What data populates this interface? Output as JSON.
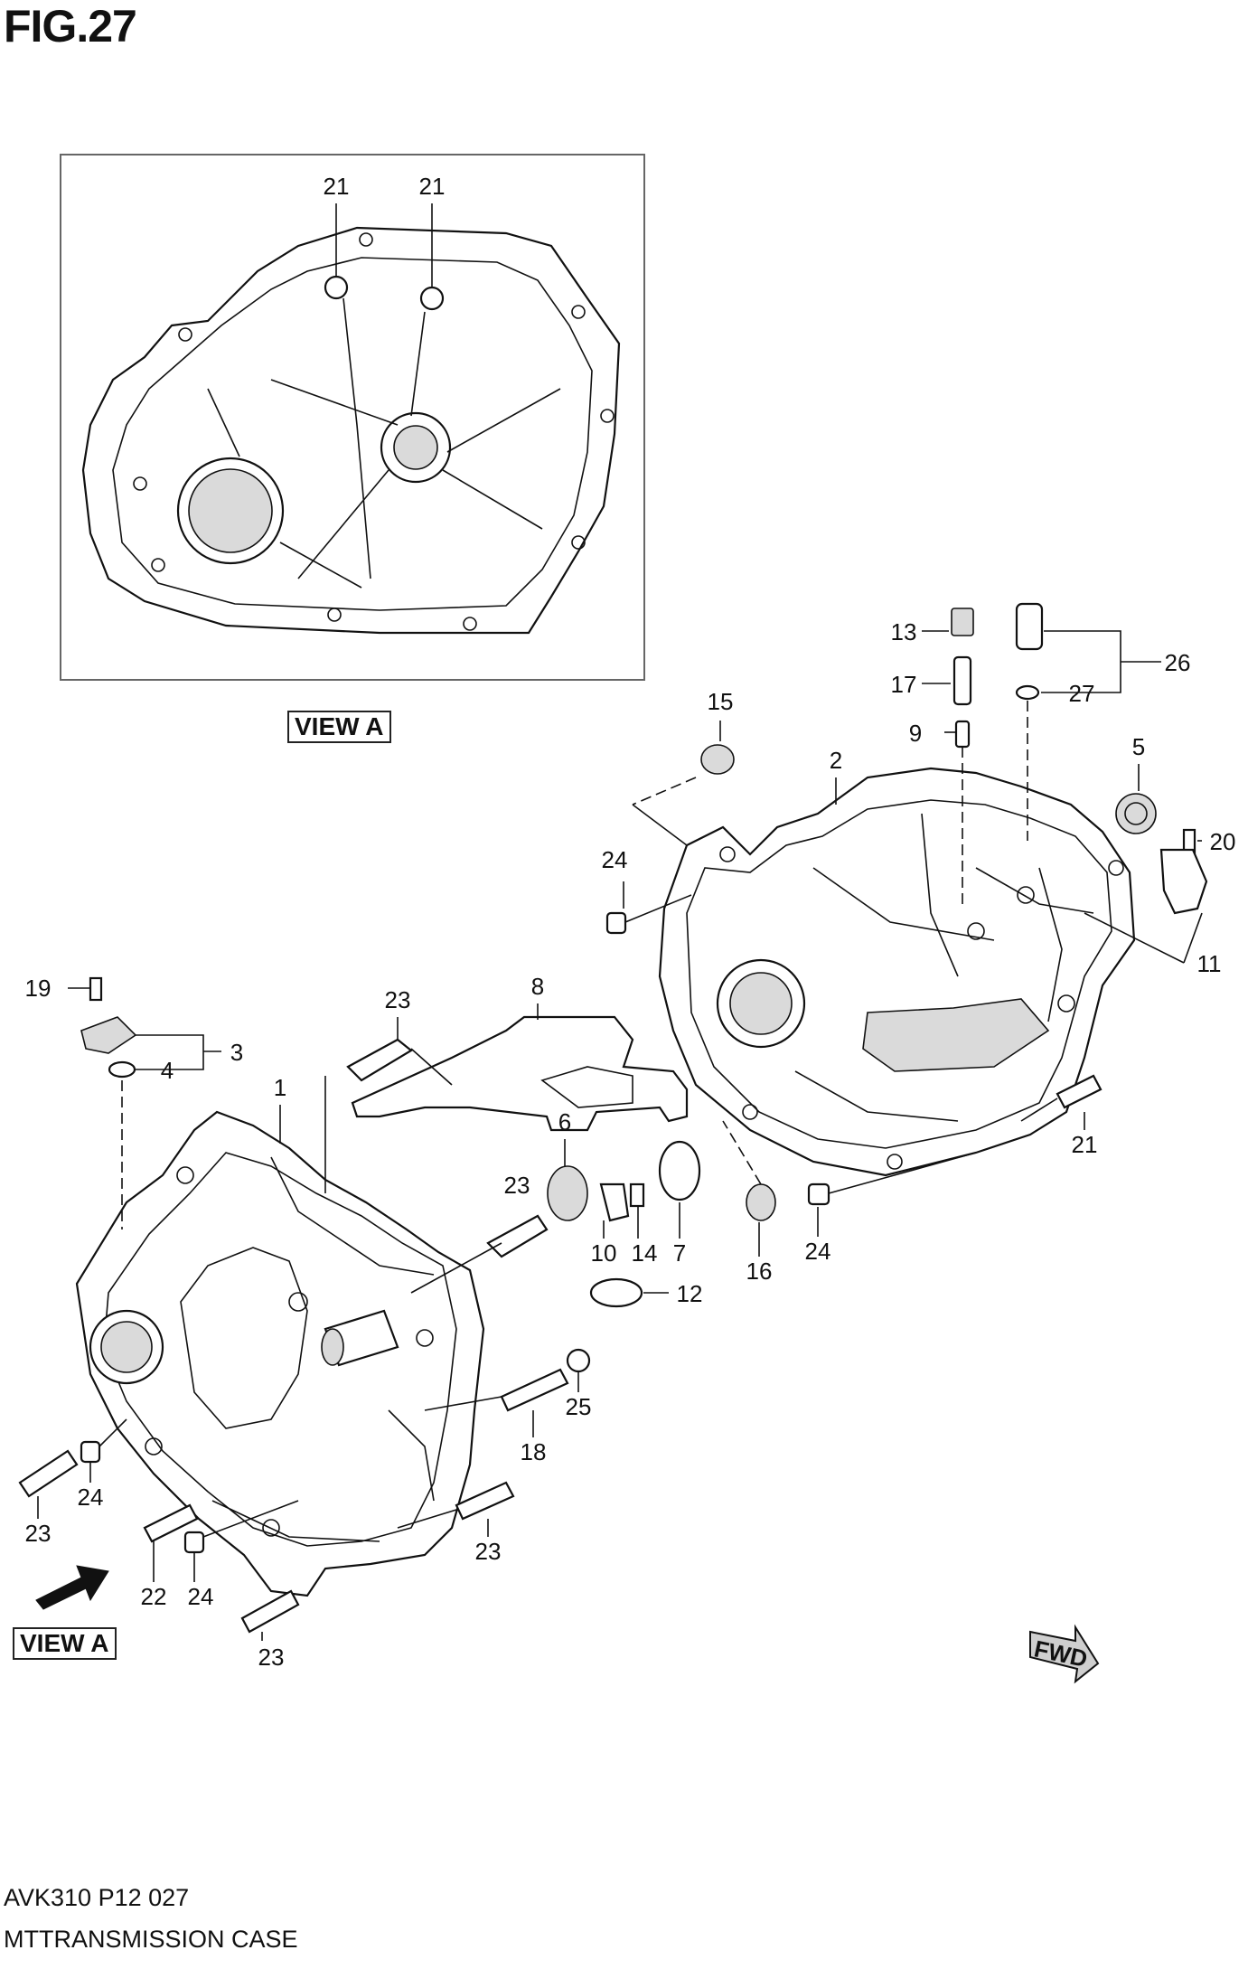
{
  "figure": {
    "title": "FIG.27"
  },
  "views": {
    "inset_label": "VIEW A",
    "arrow_label": "VIEW A"
  },
  "fwd_label": "FWD",
  "footer": {
    "code": "AVK310 P12 027",
    "description": "MTTRANSMISSION CASE"
  },
  "parts": [
    {
      "id": "inset-21a",
      "label": "21"
    },
    {
      "id": "inset-21b",
      "label": "21"
    },
    {
      "id": "p13",
      "label": "13"
    },
    {
      "id": "p26",
      "label": "26"
    },
    {
      "id": "p17",
      "label": "17"
    },
    {
      "id": "p27",
      "label": "27"
    },
    {
      "id": "p15",
      "label": "15"
    },
    {
      "id": "p9",
      "label": "9"
    },
    {
      "id": "p2",
      "label": "2"
    },
    {
      "id": "p5",
      "label": "5"
    },
    {
      "id": "p20",
      "label": "20"
    },
    {
      "id": "p24a",
      "label": "24"
    },
    {
      "id": "p11",
      "label": "11"
    },
    {
      "id": "p19",
      "label": "19"
    },
    {
      "id": "p8",
      "label": "8"
    },
    {
      "id": "p23a",
      "label": "23"
    },
    {
      "id": "p3",
      "label": "3"
    },
    {
      "id": "p4",
      "label": "4"
    },
    {
      "id": "p1",
      "label": "1"
    },
    {
      "id": "p6",
      "label": "6"
    },
    {
      "id": "p21",
      "label": "21"
    },
    {
      "id": "p23b",
      "label": "23"
    },
    {
      "id": "p10",
      "label": "10"
    },
    {
      "id": "p14",
      "label": "14"
    },
    {
      "id": "p7",
      "label": "7"
    },
    {
      "id": "p16",
      "label": "16"
    },
    {
      "id": "p24b",
      "label": "24"
    },
    {
      "id": "p12",
      "label": "12"
    },
    {
      "id": "p25",
      "label": "25"
    },
    {
      "id": "p18",
      "label": "18"
    },
    {
      "id": "p23c",
      "label": "23"
    },
    {
      "id": "p24c",
      "label": "24"
    },
    {
      "id": "p23d",
      "label": "23"
    },
    {
      "id": "p22",
      "label": "22"
    },
    {
      "id": "p24d",
      "label": "24"
    },
    {
      "id": "p23e",
      "label": "23"
    }
  ]
}
